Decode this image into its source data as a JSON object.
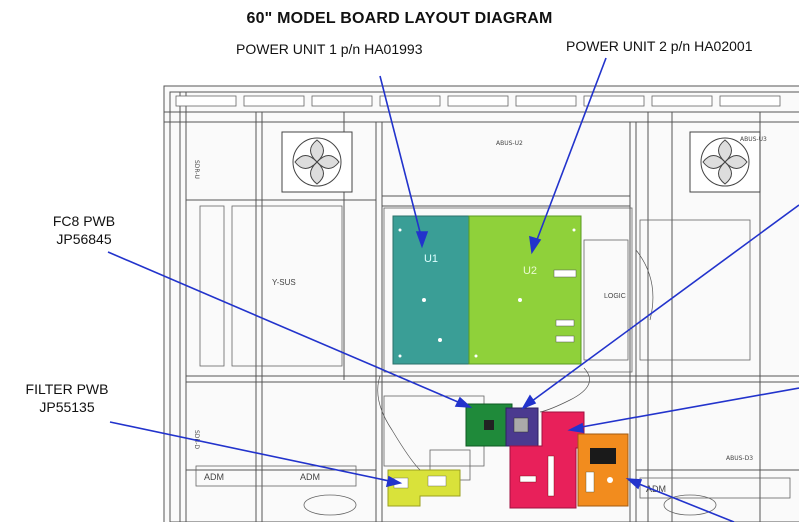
{
  "title": "60\" MODEL BOARD LAYOUT DIAGRAM",
  "callouts": {
    "power_unit_1": "POWER UNIT 1 p/n HA01993",
    "power_unit_2": "POWER UNIT 2 p/n HA02001",
    "fc8_name": "FC8 PWB",
    "fc8_part": "JP56845",
    "filter_name": "FILTER PWB",
    "filter_part": "JP55135"
  },
  "board_labels": {
    "u1": "U1",
    "u2": "U2",
    "y_sus": "Y-SUS",
    "logic": "LOGIC",
    "abus_u2": "ABUS-U2",
    "abus_u3": "ABUS-U3",
    "abus_d3": "ABUS-D3",
    "sdr_u": "SDR-U",
    "sdr_d": "SDR-D",
    "adm": "ADM"
  },
  "colors": {
    "u1_board": "#3a9e96",
    "u2_board": "#8fd13a",
    "fc8_board": "#1f8a3a",
    "filter_board": "#d9e23a",
    "red_board": "#e8205a",
    "orange_board": "#f28c1e",
    "purple_chip": "#4b3a8f",
    "arrow": "#2233cc"
  }
}
